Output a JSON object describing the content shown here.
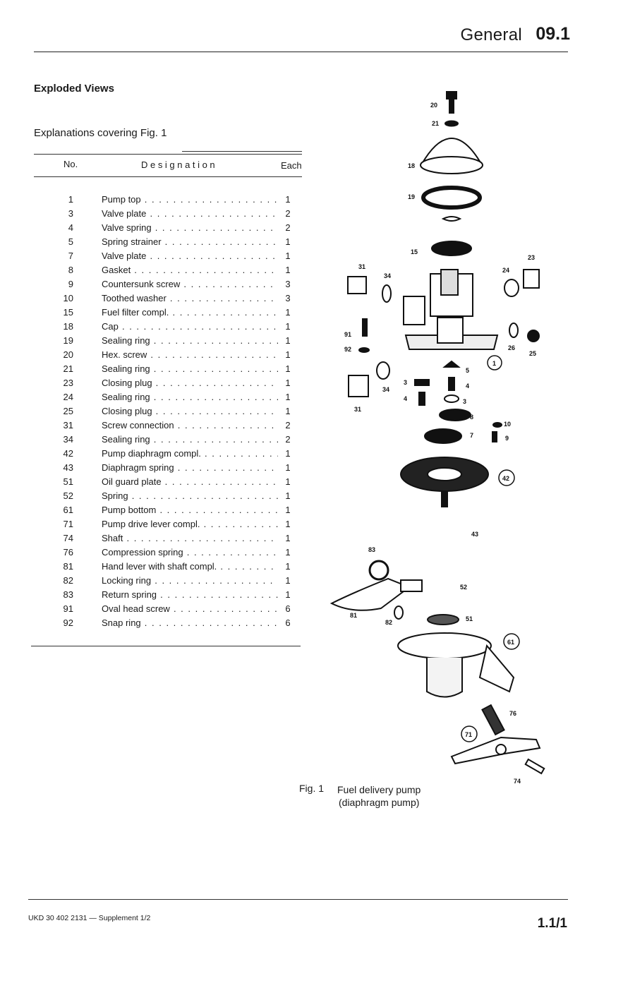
{
  "header": {
    "title": "General",
    "code": "09.1"
  },
  "section_title": "Exploded Views",
  "table_caption": "Explanations covering Fig. 1",
  "table": {
    "columns": {
      "no": "No.",
      "designation": "Designation",
      "each": "Each"
    },
    "rows": [
      {
        "no": "1",
        "name": "Pump top",
        "qty": "1"
      },
      {
        "no": "3",
        "name": "Valve plate",
        "qty": "2"
      },
      {
        "no": "4",
        "name": "Valve spring",
        "qty": "2"
      },
      {
        "no": "5",
        "name": "Spring strainer",
        "qty": "1"
      },
      {
        "no": "7",
        "name": "Valve plate",
        "qty": "1"
      },
      {
        "no": "8",
        "name": "Gasket",
        "qty": "1"
      },
      {
        "no": "9",
        "name": "Countersunk screw",
        "qty": "3"
      },
      {
        "no": "10",
        "name": "Toothed washer",
        "qty": "3"
      },
      {
        "no": "15",
        "name": "Fuel filter compl.",
        "qty": "1"
      },
      {
        "no": "18",
        "name": "Cap",
        "qty": "1"
      },
      {
        "no": "19",
        "name": "Sealing ring",
        "qty": "1"
      },
      {
        "no": "20",
        "name": "Hex. screw",
        "qty": "1"
      },
      {
        "no": "21",
        "name": "Sealing ring",
        "qty": "1"
      },
      {
        "no": "23",
        "name": "Closing plug",
        "qty": "1"
      },
      {
        "no": "24",
        "name": "Sealing ring",
        "qty": "1"
      },
      {
        "no": "25",
        "name": "Closing plug",
        "qty": "1"
      },
      {
        "no": "31",
        "name": "Screw connection",
        "qty": "2"
      },
      {
        "no": "34",
        "name": "Sealing ring",
        "qty": "2"
      },
      {
        "no": "42",
        "name": "Pump diaphragm compl.",
        "qty": "1"
      },
      {
        "no": "43",
        "name": "Diaphragm spring",
        "qty": "1"
      },
      {
        "no": "51",
        "name": "Oil guard plate",
        "qty": "1"
      },
      {
        "no": "52",
        "name": "Spring",
        "qty": "1"
      },
      {
        "no": "61",
        "name": "Pump bottom",
        "qty": "1"
      },
      {
        "no": "71",
        "name": "Pump drive lever compl.",
        "qty": "1"
      },
      {
        "no": "74",
        "name": "Shaft",
        "qty": "1"
      },
      {
        "no": "76",
        "name": "Compression spring",
        "qty": "1"
      },
      {
        "no": "81",
        "name": "Hand lever with shaft compl.",
        "qty": "1"
      },
      {
        "no": "82",
        "name": "Locking ring",
        "qty": "1"
      },
      {
        "no": "83",
        "name": "Return spring",
        "qty": "1"
      },
      {
        "no": "91",
        "name": "Oval head screw",
        "qty": "6"
      },
      {
        "no": "92",
        "name": "Snap ring",
        "qty": "6"
      }
    ]
  },
  "figure": {
    "label": "Fig. 1",
    "title": "Fuel delivery pump",
    "subtitle": "(diaphragm pump)",
    "callouts": [
      "20",
      "21",
      "18",
      "19",
      "15",
      "31",
      "34",
      "23",
      "24",
      "91",
      "92",
      "1",
      "26",
      "25",
      "5",
      "3",
      "4",
      "34",
      "31",
      "4",
      "3",
      "8",
      "10",
      "7",
      "9",
      "42",
      "43",
      "83",
      "52",
      "81",
      "82",
      "51",
      "61",
      "76",
      "71",
      "74"
    ]
  },
  "footer": {
    "ref": "UKD 30 402 2131 — Supplement 1/2",
    "page": "1.1/1"
  }
}
